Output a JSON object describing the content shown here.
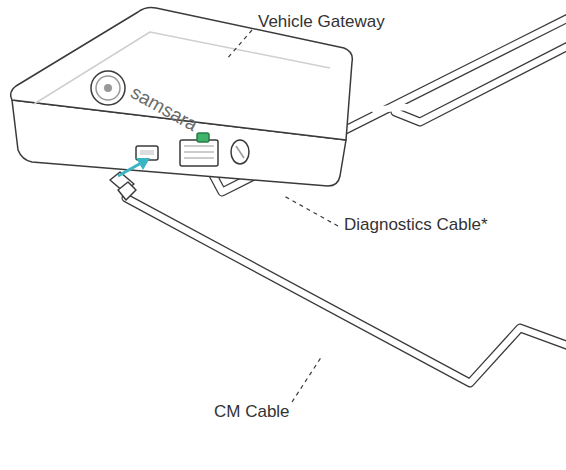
{
  "diagram": {
    "labels": [
      "Vehicle Gateway",
      "Diagnostics Cable*",
      "CM Cable",
      "samsara"
    ]
  }
}
